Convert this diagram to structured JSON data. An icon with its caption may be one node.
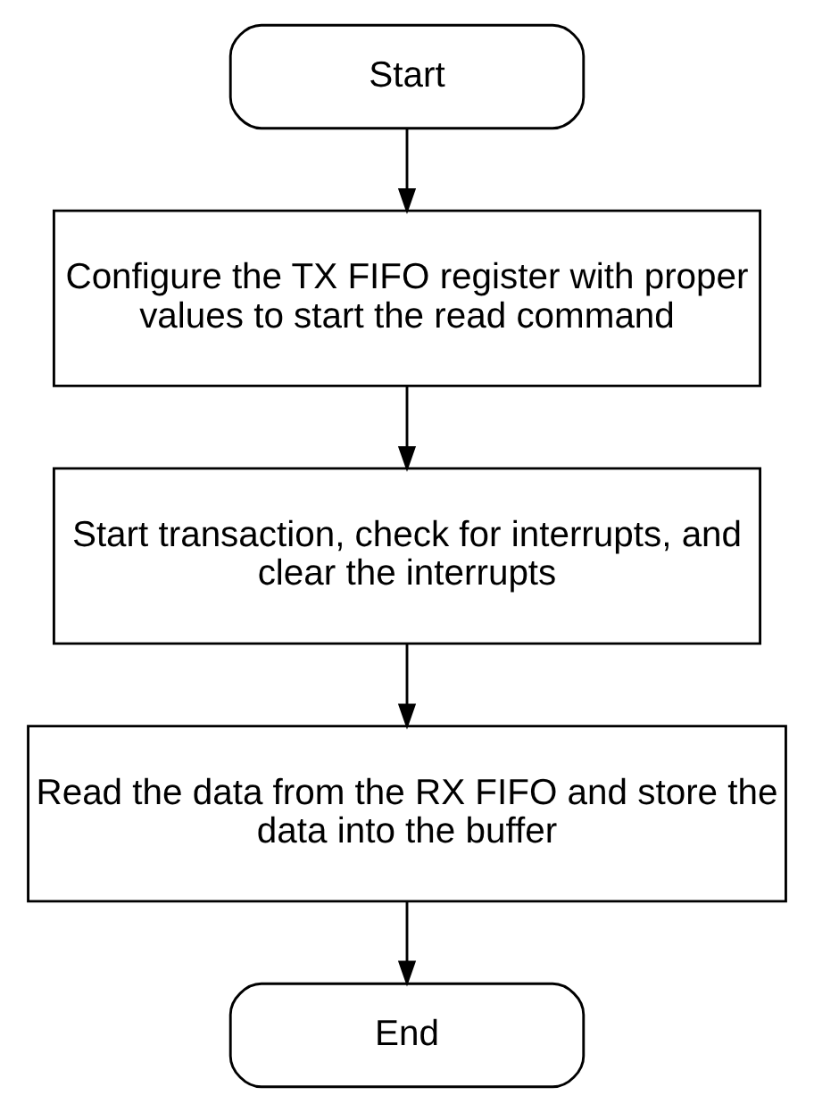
{
  "diagram": {
    "nodes": [
      {
        "text": [
          "Start"
        ]
      },
      {
        "text": [
          "Configure the TX FIFO register with proper values to start the read command"
        ]
      },
      {
        "text": [
          "Start transaction, check for interrupts, and clear the interrupts"
        ]
      },
      {
        "text": [
          "Read the data from the RX FIFO and store the data into the buffer"
        ]
      },
      {
        "text": [
          "End"
        ]
      }
    ],
    "edges": [
      {
        "from": 0,
        "to": 1,
        "arrow": "to"
      },
      {
        "from": 1,
        "to": 2,
        "arrow": "to"
      },
      {
        "from": 2,
        "to": 3,
        "arrow": "to"
      },
      {
        "from": 3,
        "to": 4,
        "arrow": "to"
      }
    ]
  }
}
